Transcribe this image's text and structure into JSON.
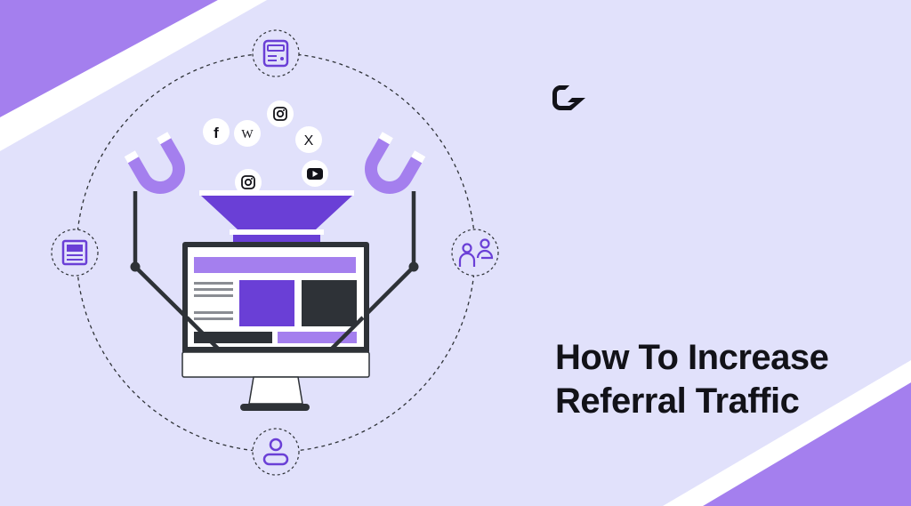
{
  "headline": {
    "line1": "How To Increase",
    "line2": "Referral Traffic"
  },
  "logo": {
    "icon": "g-logo-icon"
  },
  "colors": {
    "background": "#e1e1fb",
    "accent_light": "#a47fee",
    "accent_dark": "#6a3fd6",
    "ink": "#2e3237"
  },
  "orbit_icons": [
    "calculator-icon",
    "document-icon",
    "users-icon",
    "user-icon"
  ],
  "social_icons": [
    "facebook-icon",
    "wikipedia-icon",
    "instagram-icon",
    "x-icon",
    "instagram-icon",
    "youtube-icon"
  ],
  "social_letters": {
    "facebook": "f",
    "wikipedia": "W",
    "x": "X"
  }
}
